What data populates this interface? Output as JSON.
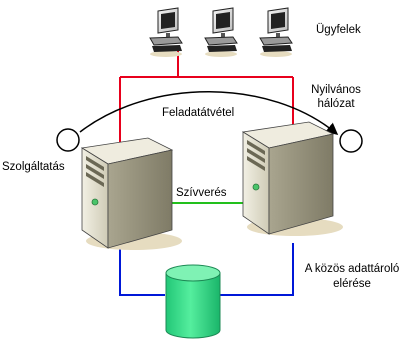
{
  "labels": {
    "clients": "Ügyfelek",
    "public_network": [
      "Nyilvános",
      "hálózat"
    ],
    "failover": "Feladatátvétel",
    "service": "Szolgáltatás",
    "heartbeat": "Szívverés",
    "shared_storage": [
      "A közös adattároló",
      "elérése"
    ]
  },
  "colors": {
    "public_link": "#e8001c",
    "heartbeat_link": "#22c01c",
    "storage_link": "#0018d8",
    "storage_fill": "#33dd88",
    "server_body": "#d9d6c4",
    "shadow": "#e6dcc0"
  },
  "icons": {
    "client": "desktop-computer-icon",
    "server": "tower-server-icon",
    "storage": "database-cylinder-icon",
    "service_node": "empty-circle-icon"
  }
}
